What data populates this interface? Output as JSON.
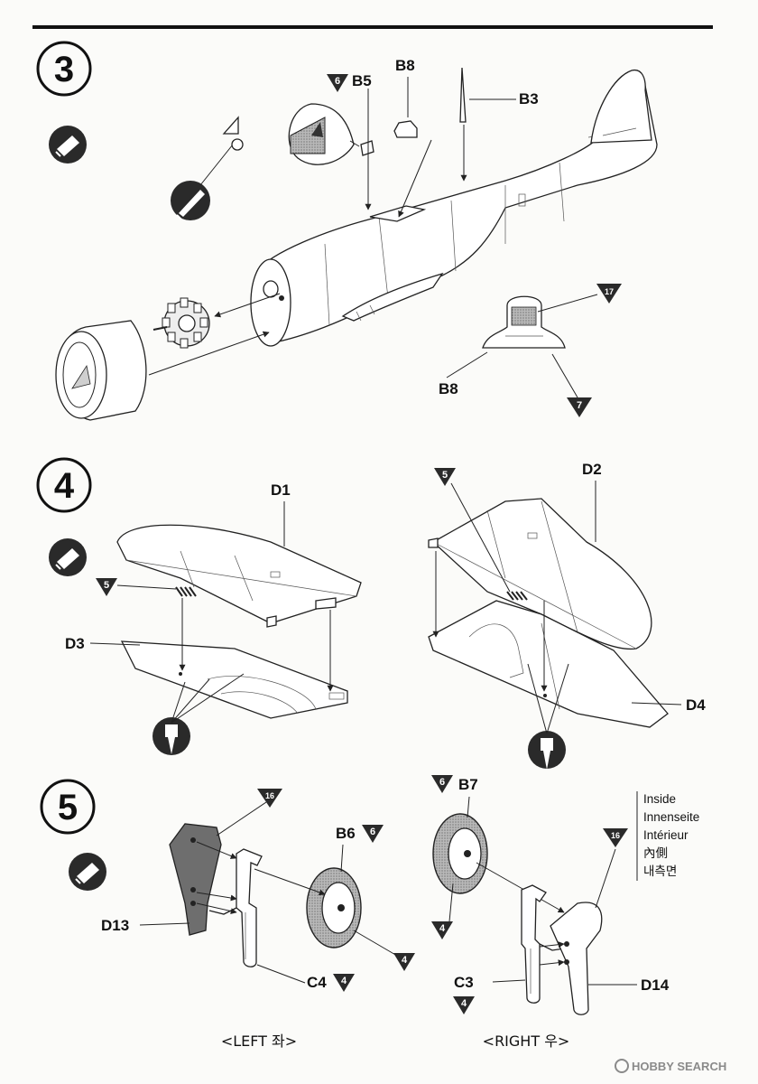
{
  "steps": [
    {
      "number": "3",
      "labels": {
        "b5": "B5",
        "b8_top": "B8",
        "b3": "B3",
        "b8_detail": "B8"
      },
      "paint_refs": {
        "b5": "6",
        "detail_top": "17",
        "detail_bottom": "7"
      },
      "icons": [
        "cement-tube-icon",
        "hobby-knife-icon"
      ]
    },
    {
      "number": "4",
      "labels": {
        "d1": "D1",
        "d2": "D2",
        "d3": "D3",
        "d4": "D4"
      },
      "paint_refs": {
        "left_wing": "5",
        "right_wing": "5"
      },
      "icons": [
        "cement-tube-icon",
        "drill-bit-icon"
      ]
    },
    {
      "number": "5",
      "labels": {
        "b6": "B6",
        "b7": "B7",
        "d13": "D13",
        "d14": "D14",
        "c4": "C4",
        "c3": "C3"
      },
      "paint_refs": {
        "d13": "16",
        "b6": "6",
        "b6_tire": "4",
        "c4": "4",
        "b7": "6",
        "b7_tire": "4",
        "d14": "16",
        "c3": "4"
      },
      "inside_legend": [
        "Inside",
        "Innenseite",
        "Intérieur",
        "內側",
        "내측면"
      ],
      "captions": {
        "left": "<LEFT 좌>",
        "right": "<RIGHT 우>"
      },
      "icons": [
        "cement-tube-icon"
      ]
    }
  ],
  "watermark": "HOBBY SEARCH",
  "colors": {
    "ink": "#111111",
    "shade": "#6e6e6e",
    "paper": "#fbfbf9",
    "watermark": "#8a8a8a"
  }
}
